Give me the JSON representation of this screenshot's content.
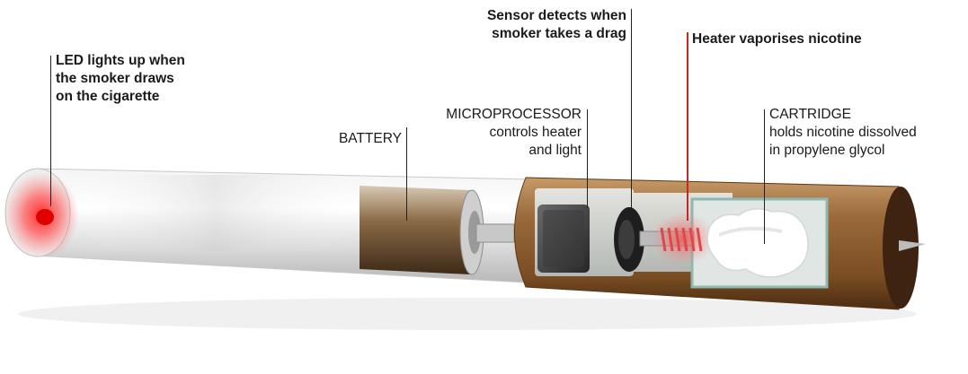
{
  "callouts": {
    "led": {
      "lines": [
        "LED lights up when",
        "the smoker draws",
        "on the cigarette"
      ]
    },
    "battery": {
      "title": "BATTERY"
    },
    "microprocessor": {
      "title": "MICROPROCESSOR",
      "lines": [
        "controls heater",
        "and light"
      ]
    },
    "sensor": {
      "lines": [
        "Sensor detects when",
        "smoker takes a drag"
      ]
    },
    "heater": {
      "lines": [
        "Heater vaporises nicotine"
      ]
    },
    "cartridge": {
      "title": "CARTRIDGE",
      "lines": [
        "holds nicotine dissolved",
        "in propylene glycol"
      ]
    }
  },
  "colors": {
    "led_glow": "#ff2a2a",
    "tube_body": "#e8e8e8",
    "cartridge_brown": "#8a5a2e",
    "heater_coil": "#e04848",
    "callout_red": "#c62828"
  }
}
